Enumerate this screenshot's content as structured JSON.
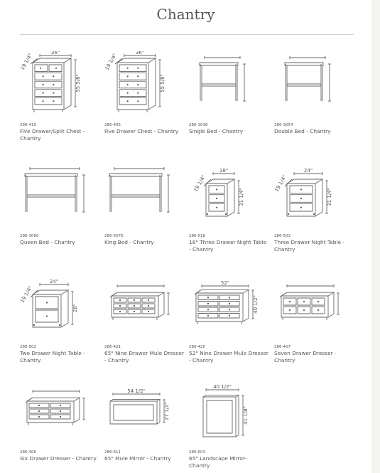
{
  "page": {
    "title": "Chantry"
  },
  "products": [
    {
      "sku": "286-410",
      "name": "Five Drawer/Split Chest - Chantry",
      "drawing": "chest-split",
      "dims": [
        "36\"",
        "19 1/4\"",
        "55 5/8\""
      ]
    },
    {
      "sku": "286-405",
      "name": "Five Drawer Chest - Chantry",
      "drawing": "chest",
      "dims": [
        "36\"",
        "19 1/4\"",
        "55 5/8\""
      ]
    },
    {
      "sku": "286-3038",
      "name": "Single Bed - Chantry",
      "drawing": "headboard-small",
      "dims": [
        "",
        "",
        ""
      ]
    },
    {
      "sku": "286-3054",
      "name": "Double Bed - Chantry",
      "drawing": "headboard-small",
      "dims": [
        "",
        "",
        ""
      ]
    },
    {
      "sku": "286-3060",
      "name": "Queen Bed - Chantry",
      "drawing": "headboard-wide",
      "dims": [
        "",
        "",
        ""
      ]
    },
    {
      "sku": "286-3076",
      "name": "King Bed - Chantry",
      "drawing": "headboard-wide",
      "dims": [
        "",
        "",
        ""
      ]
    },
    {
      "sku": "286-518",
      "name": "18\" Three Drawer Night Table - Chantry",
      "drawing": "night3-narrow",
      "dims": [
        "18\"",
        "19 1/4\"",
        "31 1/4\""
      ]
    },
    {
      "sku": "286-503",
      "name": "Three Drawer Night Table - Chantry",
      "drawing": "night3",
      "dims": [
        "24\"",
        "19 1/4\"",
        "31 1/4\""
      ]
    },
    {
      "sku": "286-502",
      "name": "Two Drawer Night Table - Chantry",
      "drawing": "night2",
      "dims": [
        "24\"",
        "19 1/4\"",
        "28\""
      ]
    },
    {
      "sku": "286-421",
      "name": "65\" Nine Drawer Mule Dresser - Chantry",
      "drawing": "dresser9",
      "dims": [
        "",
        "",
        ""
      ]
    },
    {
      "sku": "286-420",
      "name": "52\" Nine Drawer Mule Dresser - Chantry",
      "drawing": "dresser9-tall",
      "dims": [
        "52\"",
        "",
        "40 1/2\""
      ]
    },
    {
      "sku": "286-407",
      "name": "Seven Drawer Dresser - Chantry",
      "drawing": "dresser7",
      "dims": [
        "",
        "",
        ""
      ]
    },
    {
      "sku": "286-406",
      "name": "Six Drawer Dresser - Chantry",
      "drawing": "dresser6",
      "dims": [
        "",
        "",
        ""
      ]
    },
    {
      "sku": "286-611",
      "name": "65\" Mule Mirror - Chantry",
      "drawing": "mirror-wide",
      "dims": [
        "54 1/2\"",
        "",
        "27 1/2\""
      ]
    },
    {
      "sku": "286-603",
      "name": "65\" Landscape Mirror- Chantry",
      "drawing": "mirror-tall",
      "dims": [
        "40 1/2\"",
        "",
        "41 1/8\""
      ]
    }
  ]
}
